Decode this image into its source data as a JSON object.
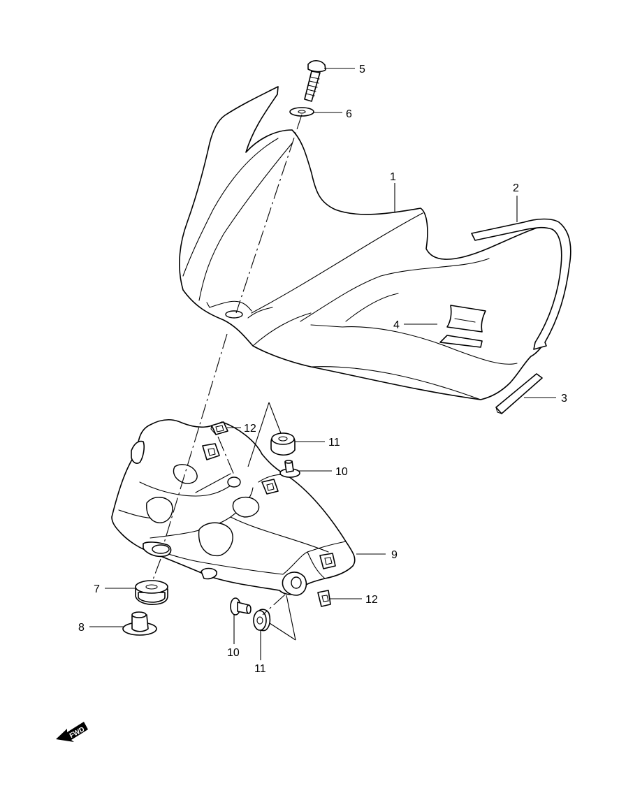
{
  "callouts": [
    {
      "id": "c1",
      "label": "1"
    },
    {
      "id": "c2",
      "label": "2"
    },
    {
      "id": "c3",
      "label": "3"
    },
    {
      "id": "c4",
      "label": "4"
    },
    {
      "id": "c5",
      "label": "5"
    },
    {
      "id": "c6",
      "label": "6"
    },
    {
      "id": "c7",
      "label": "7"
    },
    {
      "id": "c8",
      "label": "8"
    },
    {
      "id": "c9",
      "label": "9"
    },
    {
      "id": "c10a",
      "label": "10"
    },
    {
      "id": "c10b",
      "label": "10"
    },
    {
      "id": "c11a",
      "label": "11"
    },
    {
      "id": "c11b",
      "label": "11"
    },
    {
      "id": "c12a",
      "label": "12"
    },
    {
      "id": "c12b",
      "label": "12"
    }
  ],
  "fwd_arrow": {
    "text": "FWD",
    "icon": "forward-direction-arrow-icon"
  }
}
